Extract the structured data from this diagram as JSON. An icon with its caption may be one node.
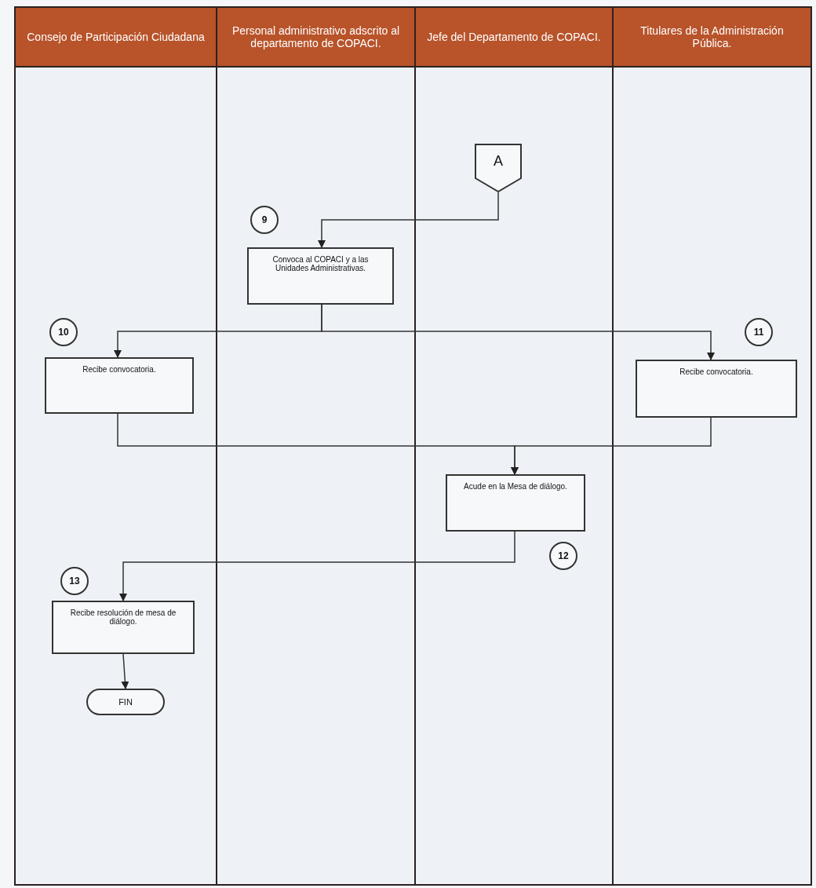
{
  "diagram": {
    "nodes": [
      {
        "text": [
          "Consejo de Participación Ciudadana"
        ]
      },
      {
        "text": [
          "Personal administrativo adscrito al departamento de COPACI."
        ]
      },
      {
        "text": [
          "Jefe del Departamento de COPACI."
        ]
      },
      {
        "text": [
          "Titulares de la Administración Pública."
        ]
      },
      {
        "text": [
          "A"
        ],
        "in": 2
      },
      {
        "text": [
          "9"
        ],
        "in": 1
      },
      {
        "text": [
          "Convoca al COPACI y a las Unidades Administrativas."
        ],
        "in": 1
      },
      {
        "text": [
          "10"
        ],
        "in": 0
      },
      {
        "text": [
          "Recibe convocatoria."
        ],
        "in": 0
      },
      {
        "text": [
          "11"
        ],
        "in": 3
      },
      {
        "text": [
          "Recibe convocatoria."
        ],
        "in": 3
      },
      {
        "text": [
          "Acude en la Mesa de diálogo."
        ],
        "in": 2
      },
      {
        "text": [
          "12"
        ],
        "in": 2
      },
      {
        "text": [
          "13"
        ],
        "in": 0
      },
      {
        "text": [
          "Recibe resolución de mesa de diálogo."
        ],
        "in": 0
      },
      {
        "text": [
          "FIN"
        ],
        "in": 0
      }
    ],
    "edges": [
      {
        "from": 4,
        "to": 6,
        "arrow": "to"
      },
      {
        "from": 6,
        "to": 8,
        "arrow": "to"
      },
      {
        "from": 6,
        "to": 10,
        "arrow": "to"
      },
      {
        "from": 8,
        "to": 11,
        "arrow": "to"
      },
      {
        "from": 10,
        "to": 11,
        "arrow": "to"
      },
      {
        "from": 11,
        "to": 14,
        "arrow": "to"
      },
      {
        "from": 14,
        "to": 15,
        "arrow": "to"
      }
    ]
  }
}
